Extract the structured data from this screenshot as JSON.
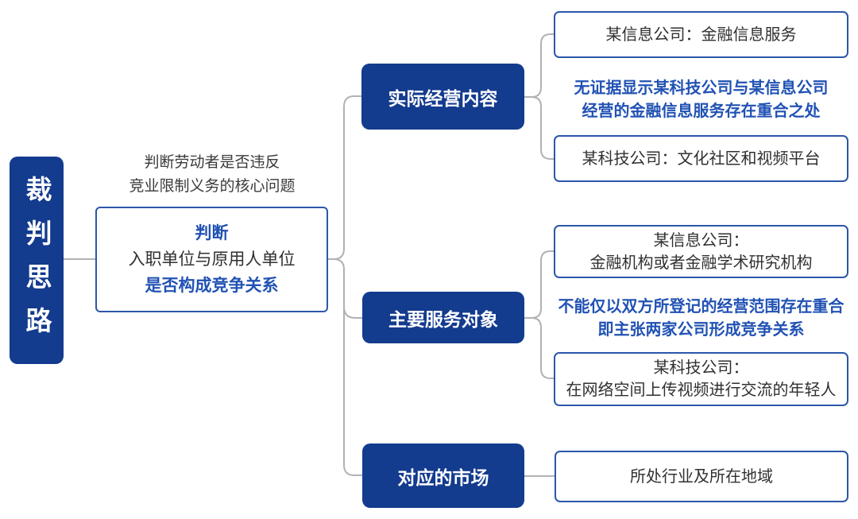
{
  "palette": {
    "node_fill": "#133b8e",
    "node_text": "#ffffff",
    "outline_border": "#2b57a9",
    "accent_text": "#2152b4",
    "body_text": "#303030",
    "connector": "#b1b1b6",
    "background": "#ffffff"
  },
  "root": {
    "label": "裁判思路"
  },
  "premise": {
    "caption": [
      "判断劳动者是否违反",
      "竞业限制义务的核心问题"
    ],
    "box": [
      "判断",
      "入职单位与原用人单位",
      "是否构成竞争关系"
    ]
  },
  "branches": [
    {
      "label": "实际经营内容",
      "items": [
        {
          "kind": "box",
          "lines": [
            "某信息公司：金融信息服务"
          ]
        },
        {
          "kind": "note",
          "lines": [
            "无证据显示某科技公司与某信息公司",
            "经营的金融信息服务存在重合之处"
          ]
        },
        {
          "kind": "box",
          "lines": [
            "某科技公司：文化社区和视频平台"
          ]
        }
      ]
    },
    {
      "label": "主要服务对象",
      "items": [
        {
          "kind": "box",
          "lines": [
            "某信息公司：",
            "金融机构或者金融学术研究机构"
          ]
        },
        {
          "kind": "note",
          "lines": [
            "不能仅以双方所登记的经营范围存在重合",
            "即主张两家公司形成竞争关系"
          ]
        },
        {
          "kind": "box",
          "lines": [
            "某科技公司：",
            "在网络空间上传视频进行交流的年轻人"
          ]
        }
      ]
    },
    {
      "label": "对应的市场",
      "items": [
        {
          "kind": "box",
          "lines": [
            "所处行业及所在地域"
          ]
        }
      ]
    }
  ]
}
